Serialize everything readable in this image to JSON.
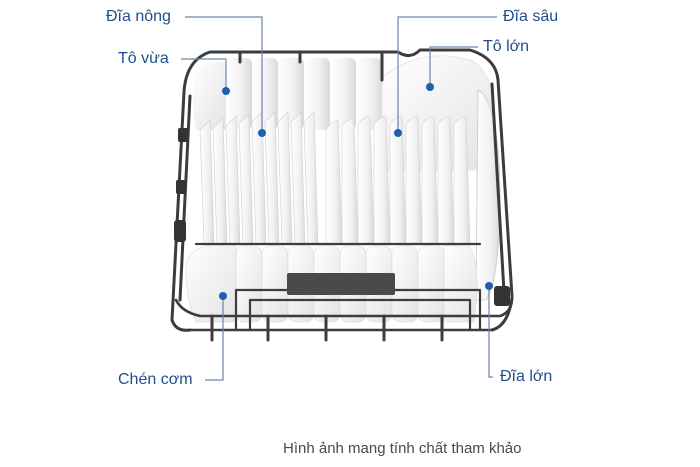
{
  "diagram": {
    "subject": "dishwasher-lower-rack",
    "accent_color": "#1f4e8c",
    "leader_color": "#6b86a8",
    "dot_color": "#1f5fae",
    "rack_color": "#3c3c3c",
    "dish_color": "#f4f4f4"
  },
  "labels": {
    "dia_nong": "Đĩa nông",
    "to_vua": "Tô vừa",
    "dia_sau": "Đĩa sâu",
    "to_lon": "Tô lớn",
    "chen_com": "Chén cơm",
    "dia_lon": "Đĩa lớn"
  },
  "caption": "Hình ảnh mang tính chất tham khảo"
}
